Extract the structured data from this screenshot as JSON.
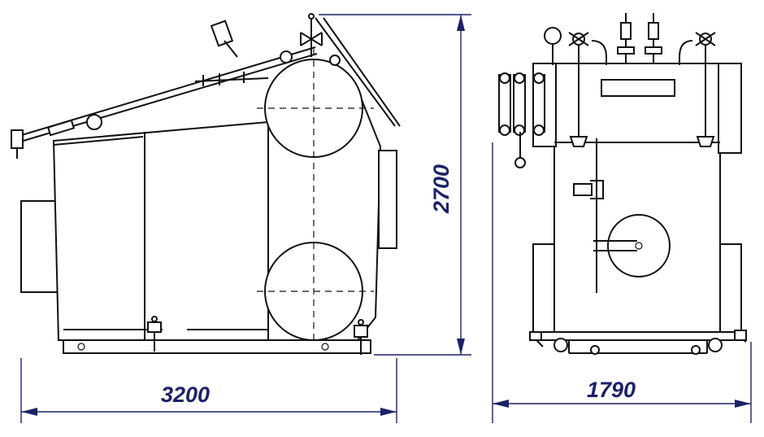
{
  "dimensions": {
    "side_length": "3200",
    "height": "2700",
    "front_width": "1790"
  },
  "colors": {
    "dimension": "#1c2266",
    "outline": "#111111",
    "background": "#ffffff"
  }
}
